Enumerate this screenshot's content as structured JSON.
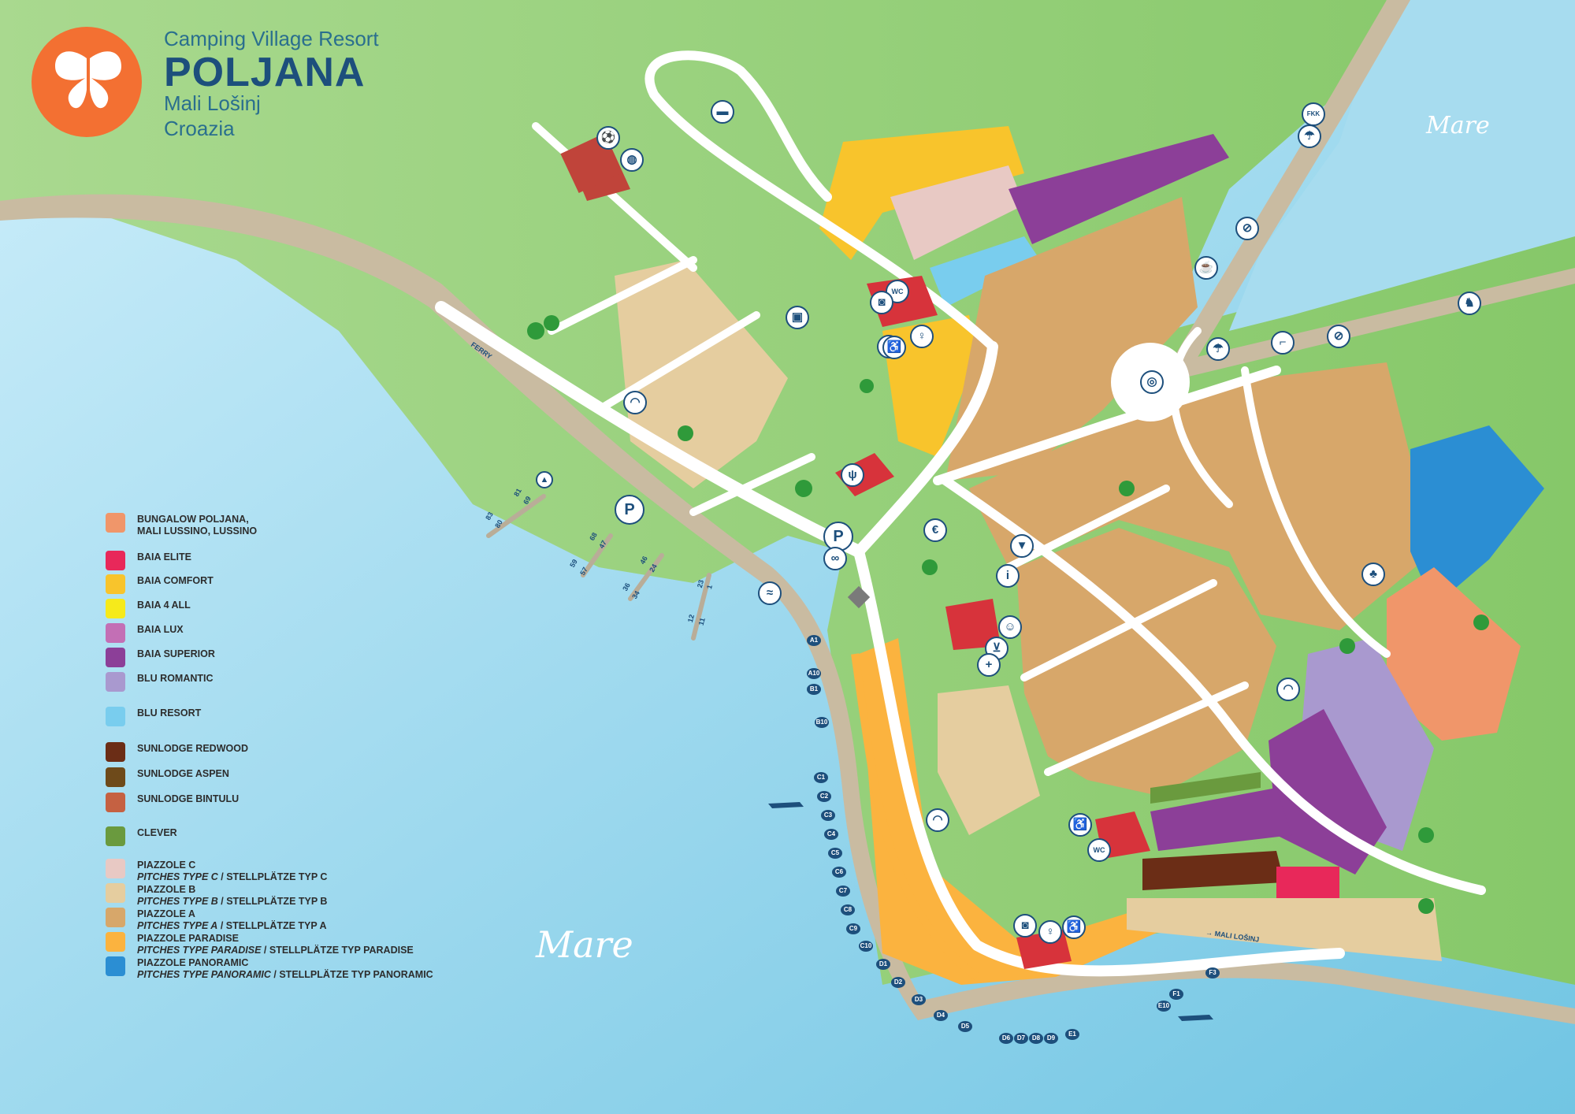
{
  "header": {
    "line1": "Camping Village Resort",
    "title": "POLJANA",
    "line3": "Mali Lošinj",
    "line4": "Croazia",
    "logo_icon": "butterfly-icon",
    "logo_color": "#f37032"
  },
  "sea_labels": [
    "Mare",
    "Mare"
  ],
  "road_labels": {
    "ferry": "FERRY",
    "mali_losinj": "→ MALI LOŠINJ"
  },
  "legend": [
    {
      "color": "#f0966a",
      "label": "BUNGALOW POLJANA,",
      "label2": "MALI LUSSINO, LUSSINO"
    },
    {
      "color": "#e8285a",
      "label": "BAIA ELITE"
    },
    {
      "color": "#f8c42c",
      "label": "BAIA COMFORT"
    },
    {
      "color": "#f6ea1b",
      "label": "BAIA 4 ALL"
    },
    {
      "color": "#c36fb5",
      "label": "BAIA LUX"
    },
    {
      "color": "#8c3f98",
      "label": "BAIA SUPERIOR"
    },
    {
      "color": "#a999cf",
      "label": "BLU ROMANTIC"
    },
    {
      "color": "#79cdee",
      "label": "BLU RESORT"
    },
    {
      "color": "#6b2d16",
      "label": "SUNLODGE REDWOOD"
    },
    {
      "color": "#6e4a1a",
      "label": "SUNLODGE ASPEN"
    },
    {
      "color": "#c56142",
      "label": "SUNLODGE BINTULU"
    },
    {
      "color": "#6a9a3e",
      "label": "CLEVER"
    },
    {
      "color": "#e8c9c4",
      "label": "PIAZZOLE C",
      "label2i": "PITCHES TYPE C",
      "label2": " / STELLPLÄTZE TYP C"
    },
    {
      "color": "#e5cd9f",
      "label": "PIAZZOLE B",
      "label2i": "PITCHES TYPE B",
      "label2": " / STELLPLÄTZE TYP B"
    },
    {
      "color": "#d7a76a",
      "label": "PIAZZOLE A",
      "label2i": "PITCHES TYPE A",
      "label2": " / STELLPLÄTZE TYP A"
    },
    {
      "color": "#fbb33f",
      "label": "PIAZZOLE PARADISE",
      "label2i": "PITCHES TYPE PARADISE",
      "label2": " / STELLPLÄTZE TYP PARADISE"
    },
    {
      "color": "#2b8ed3",
      "label": "PIAZZOLE PANORAMIC",
      "label2i": "PITCHES TYPE PANORAMIC",
      "label2": " / STELLPLÄTZE TYP PANORAMIC"
    }
  ],
  "poi": {
    "wc": "WC",
    "fkk": "FKK",
    "parking": "P",
    "info": "i",
    "euro": "€"
  },
  "berths": [
    "A1",
    "A10",
    "B1",
    "B10",
    "C1",
    "C2",
    "C3",
    "C4",
    "C5",
    "C6",
    "C7",
    "C8",
    "C9",
    "C10",
    "D1",
    "D2",
    "D3",
    "D4",
    "D5",
    "D6",
    "D7",
    "D8",
    "D9",
    "E1",
    "E10",
    "F1",
    "F3"
  ],
  "pier_numbers": [
    "83",
    "81",
    "80",
    "69",
    "59",
    "68",
    "57",
    "47",
    "36",
    "46",
    "34",
    "24",
    "12",
    "23",
    "11",
    "1"
  ],
  "colors": {
    "sea": "#9fd9ec",
    "land": "#8fcd72",
    "road": "#ffffff",
    "pier": "#b9ad98",
    "icon": "#1d4f7c"
  }
}
